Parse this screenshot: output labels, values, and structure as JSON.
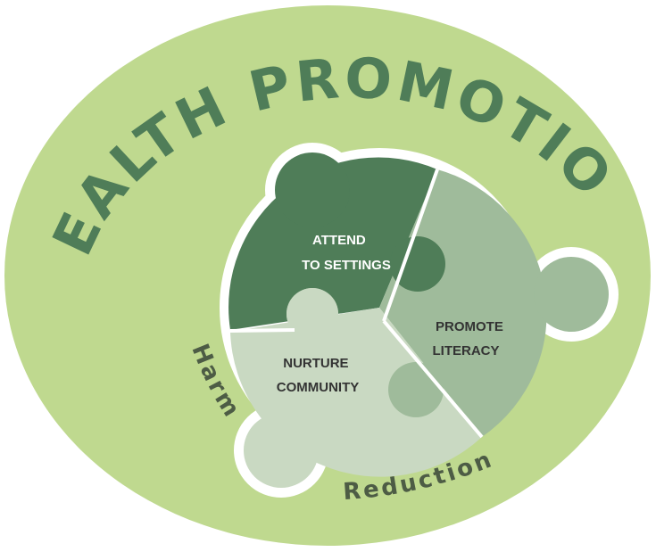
{
  "title": "HEALTH PROMOTION",
  "harm_reduction": {
    "word1": "Harm",
    "word2": "Reduction"
  },
  "pieces": [
    {
      "id": "attend",
      "line1": "ATTEND",
      "line2": "TO SETTINGS",
      "color": "#4f7d58"
    },
    {
      "id": "promote",
      "line1": "PROMOTE",
      "line2": "LITERACY",
      "color": "#9fbb9b"
    },
    {
      "id": "nurture",
      "line1": "NURTURE",
      "line2": "COMMUNITY",
      "color": "#c9d9c2"
    }
  ],
  "colors": {
    "ellipse": "#bfd98f",
    "ellipse_edge": "#c9e09e",
    "title": "#4f7d58",
    "arc_text": "#4d5c45",
    "label_light": "#ffffff",
    "label_dark": "#333333"
  }
}
